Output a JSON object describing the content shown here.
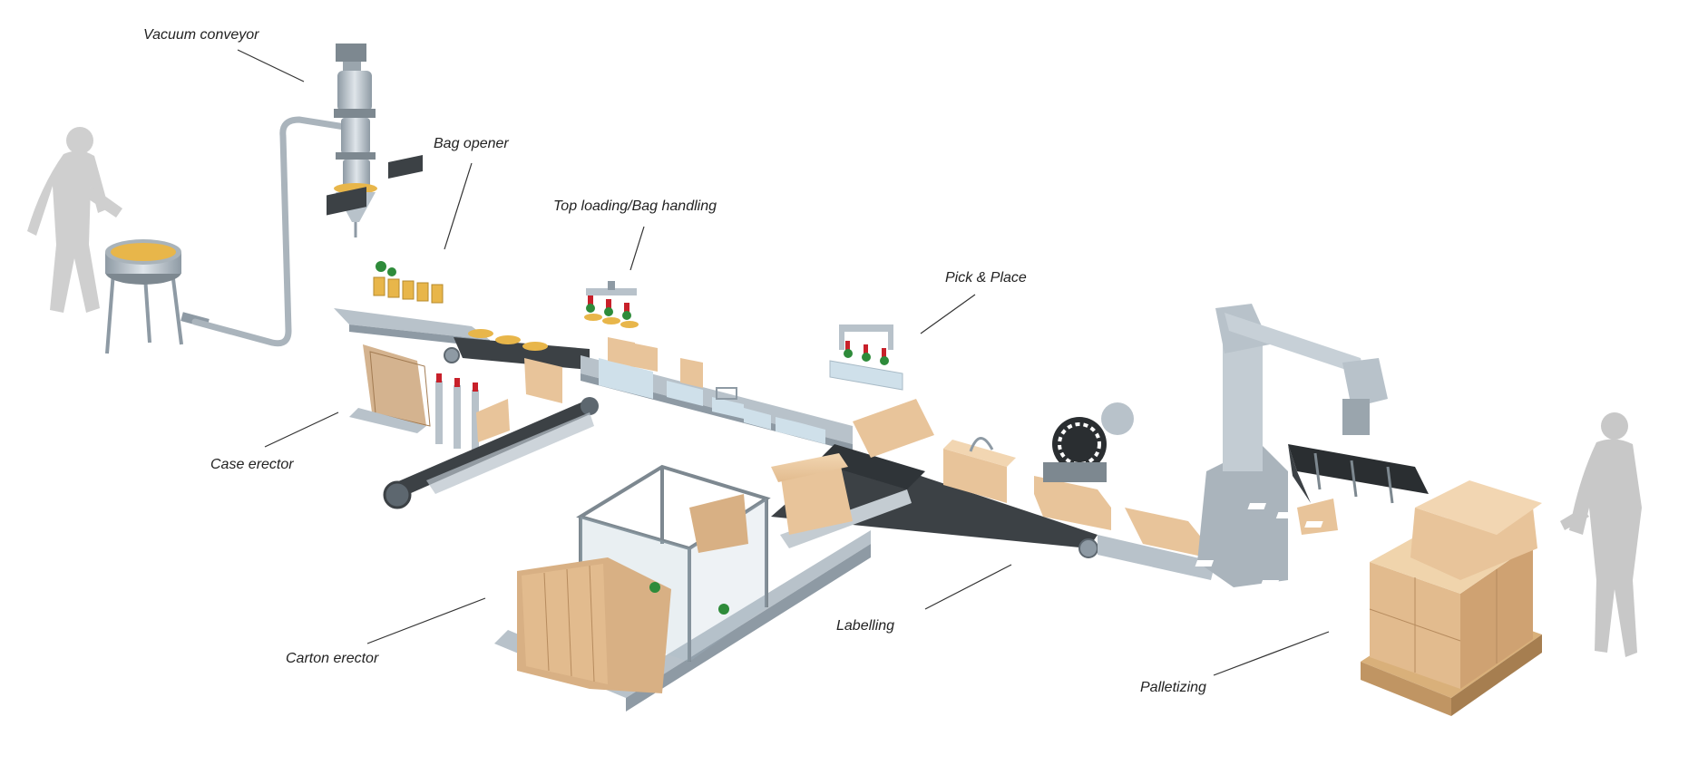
{
  "labels": {
    "vacuum_conveyor": "Vacuum conveyor",
    "bag_opener": "Bag opener",
    "top_loading": "Top loading/Bag handling",
    "pick_place": "Pick & Place",
    "case_erector": "Case erector",
    "carton_erector": "Carton erector",
    "labelling": "Labelling",
    "palletizing": "Palletizing"
  },
  "colors": {
    "cardboard": "#e8c49a",
    "cardboard_dark": "#c9a073",
    "belt": "#3c4145",
    "steel": "#b8c2ca",
    "steel_dark": "#8e9aa4",
    "silhouette": "#c8c8c8",
    "product": "#e8b64a",
    "accent_green": "#2e8b3a",
    "accent_red": "#c8202a"
  }
}
